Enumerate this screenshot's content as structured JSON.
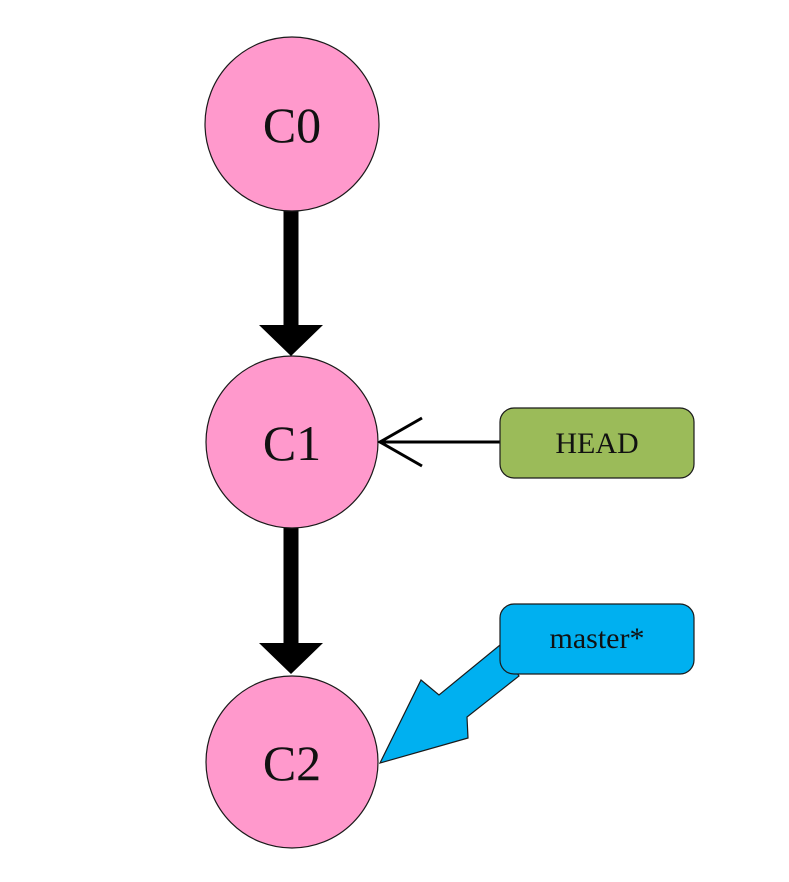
{
  "diagram": {
    "title": "Git commit graph",
    "commits": [
      {
        "id": "C0",
        "label": "C0"
      },
      {
        "id": "C1",
        "label": "C1"
      },
      {
        "id": "C2",
        "label": "C2"
      }
    ],
    "edges": [
      {
        "from": "C0",
        "to": "C1"
      },
      {
        "from": "C1",
        "to": "C2"
      }
    ],
    "refs": [
      {
        "id": "head",
        "label": "HEAD",
        "points_to": "C1",
        "color": "#9BBB59"
      },
      {
        "id": "master",
        "label": "master*",
        "points_to": "C2",
        "color": "#00B0F0"
      }
    ],
    "colors": {
      "commit_fill": "#FF99CC",
      "outline": "#1a1a1a",
      "arrow": "#000000"
    }
  }
}
